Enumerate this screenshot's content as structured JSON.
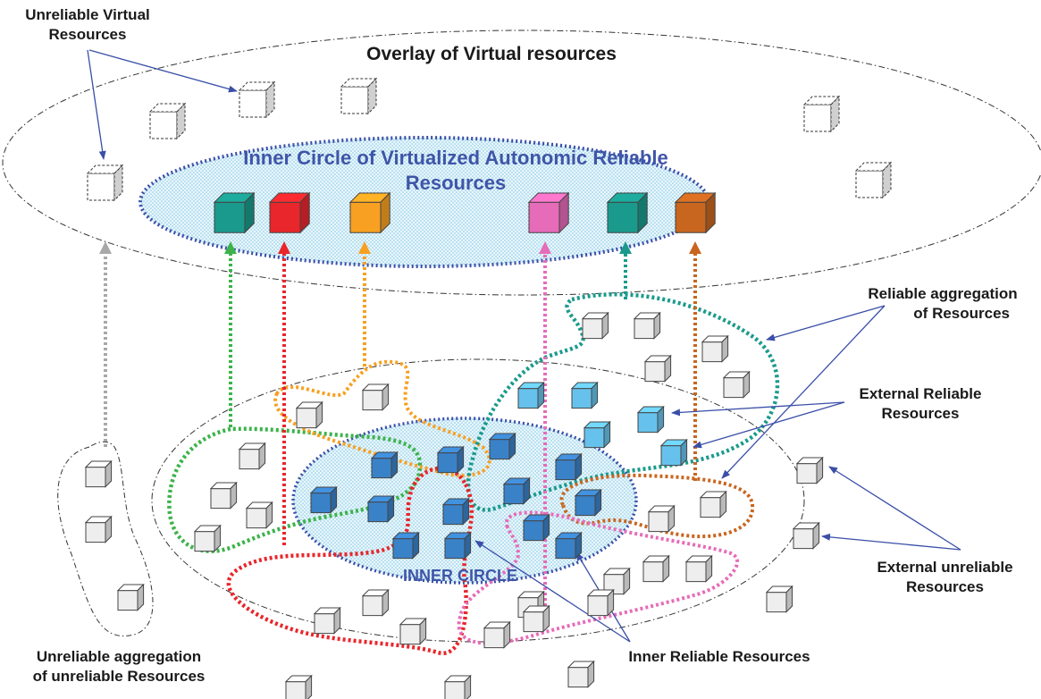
{
  "labels": {
    "unreliable_virtual": [
      "Unreliable Virtual",
      "Resources"
    ],
    "overlay": "Overlay of Virtual resources",
    "inner_circle_virtual": [
      "Inner Circle of Virtualized Autonomic Reliable",
      "Resources"
    ],
    "reliable_aggregation": [
      "Reliable aggregation",
      "of Resources"
    ],
    "external_reliable": [
      "External Reliable",
      "Resources"
    ],
    "external_unreliable": [
      "External unreliable",
      "Resources"
    ],
    "inner_circle": "INNER CIRCLE",
    "inner_reliable": "Inner Reliable Resources",
    "unreliable_aggregation": [
      "Unreliable aggregation",
      "of unreliable Resources"
    ]
  },
  "colors": {
    "inner_blue": "#3f55a8",
    "green": "#3cb34a",
    "red": "#e8262b",
    "orange": "#f7a021",
    "pink": "#e66bb8",
    "teal": "#1a9a8c",
    "brown": "#c8651e",
    "gray_arrow": "#a8a8a8",
    "cube_inner": "#3a82c8",
    "cube_external": "#66c2ec",
    "cube_gray": "#eeeeee"
  }
}
